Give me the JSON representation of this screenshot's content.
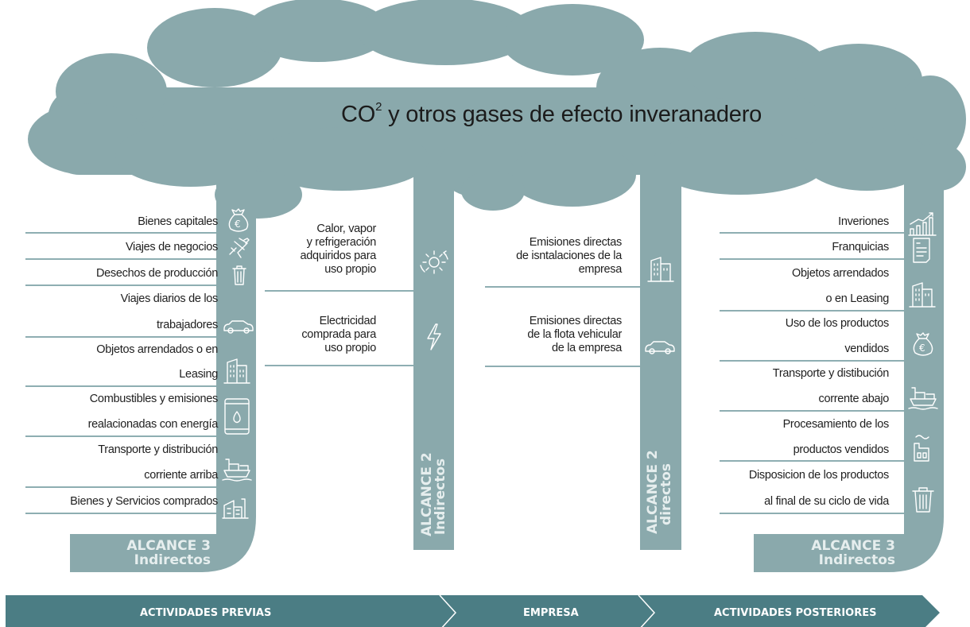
{
  "cloud": {
    "title_main": "CO",
    "title_sup": "2",
    "title_rest": " y otros gases de efecto inveranadero"
  },
  "scope3_upstream": {
    "label_line1": "ALCANCE 3",
    "label_line2": "Indirectos",
    "items": [
      "Bienes capitales",
      "Viajes de negocios",
      "Desechos de producción",
      "Viajes diarios de los",
      "trabajadores",
      "Objetos arrendados o en",
      "Leasing",
      "Combustibles y emisiones",
      "realacionadas con energía",
      "Transporte y distribución",
      "corriente arriba",
      "Bienes y Servicios comprados"
    ]
  },
  "scope2": {
    "label_line1": "ALCANCE 2",
    "label_line2": "Indirectos",
    "block1": [
      "Calor, vapor",
      "y refrigeración",
      "adquiridos para",
      "uso propio"
    ],
    "block2": [
      "Electricidad",
      "comprada para",
      "uso propio"
    ]
  },
  "scope1": {
    "label_line1": "ALCANCE 2",
    "label_line2": "directos",
    "block1": [
      "Emisiones directas",
      "de isntalaciones de la",
      "empresa"
    ],
    "block2": [
      "Emisiones directas",
      "de la flota vehicular",
      "de la empresa"
    ]
  },
  "scope3_downstream": {
    "label_line1": "ALCANCE 3",
    "label_line2": "Indirectos",
    "items": [
      "Inveriones",
      "Franquicias",
      "Objetos arrendados",
      "o en Leasing",
      "Uso de los productos",
      "vendidos",
      "Transporte y distibución",
      "corrente abajo",
      "Procesamiento de los",
      "productos vendidos",
      "Disposicion de los productos",
      "al final de su ciclo de vida"
    ]
  },
  "arrows": [
    "ACTIVIDADES PREVIAS",
    "EMPRESA",
    "ACTIVIDADES POSTERIORES"
  ],
  "colors": {
    "teal_shape": "#8aa9ac",
    "teal_arrow": "#4b7d84",
    "line": "#4b7d84"
  },
  "icons": [
    "money-bag-euro-icon",
    "airplane-icon",
    "trash-icon",
    "car-icon",
    "building-icon",
    "oil-barrel-icon",
    "cargo-ship-icon",
    "factory-icon",
    "gear-cycle-icon",
    "lightning-icon",
    "growth-chart-icon",
    "invoice-icon",
    "smokestack-factory-icon"
  ]
}
